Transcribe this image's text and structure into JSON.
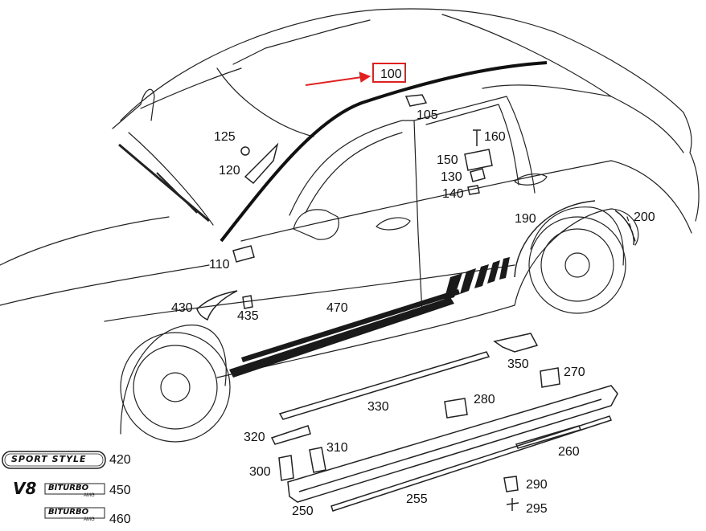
{
  "diagram": {
    "highlighted_part": "100",
    "highlight_color": "#e02020",
    "line_color": "#222222",
    "parts": [
      {
        "id": "100"
      },
      {
        "id": "105"
      },
      {
        "id": "110"
      },
      {
        "id": "120"
      },
      {
        "id": "125"
      },
      {
        "id": "130"
      },
      {
        "id": "140"
      },
      {
        "id": "150"
      },
      {
        "id": "160"
      },
      {
        "id": "190"
      },
      {
        "id": "200"
      },
      {
        "id": "250"
      },
      {
        "id": "255"
      },
      {
        "id": "260"
      },
      {
        "id": "270"
      },
      {
        "id": "280"
      },
      {
        "id": "290"
      },
      {
        "id": "295"
      },
      {
        "id": "300"
      },
      {
        "id": "310"
      },
      {
        "id": "320"
      },
      {
        "id": "330"
      },
      {
        "id": "350"
      },
      {
        "id": "420"
      },
      {
        "id": "430"
      },
      {
        "id": "435"
      },
      {
        "id": "450"
      },
      {
        "id": "460"
      },
      {
        "id": "470"
      }
    ],
    "emblems": {
      "sport_style": "SPORT STYLE",
      "v8": "V8",
      "biturbo": "BITURBO",
      "amg": "AMG"
    }
  }
}
